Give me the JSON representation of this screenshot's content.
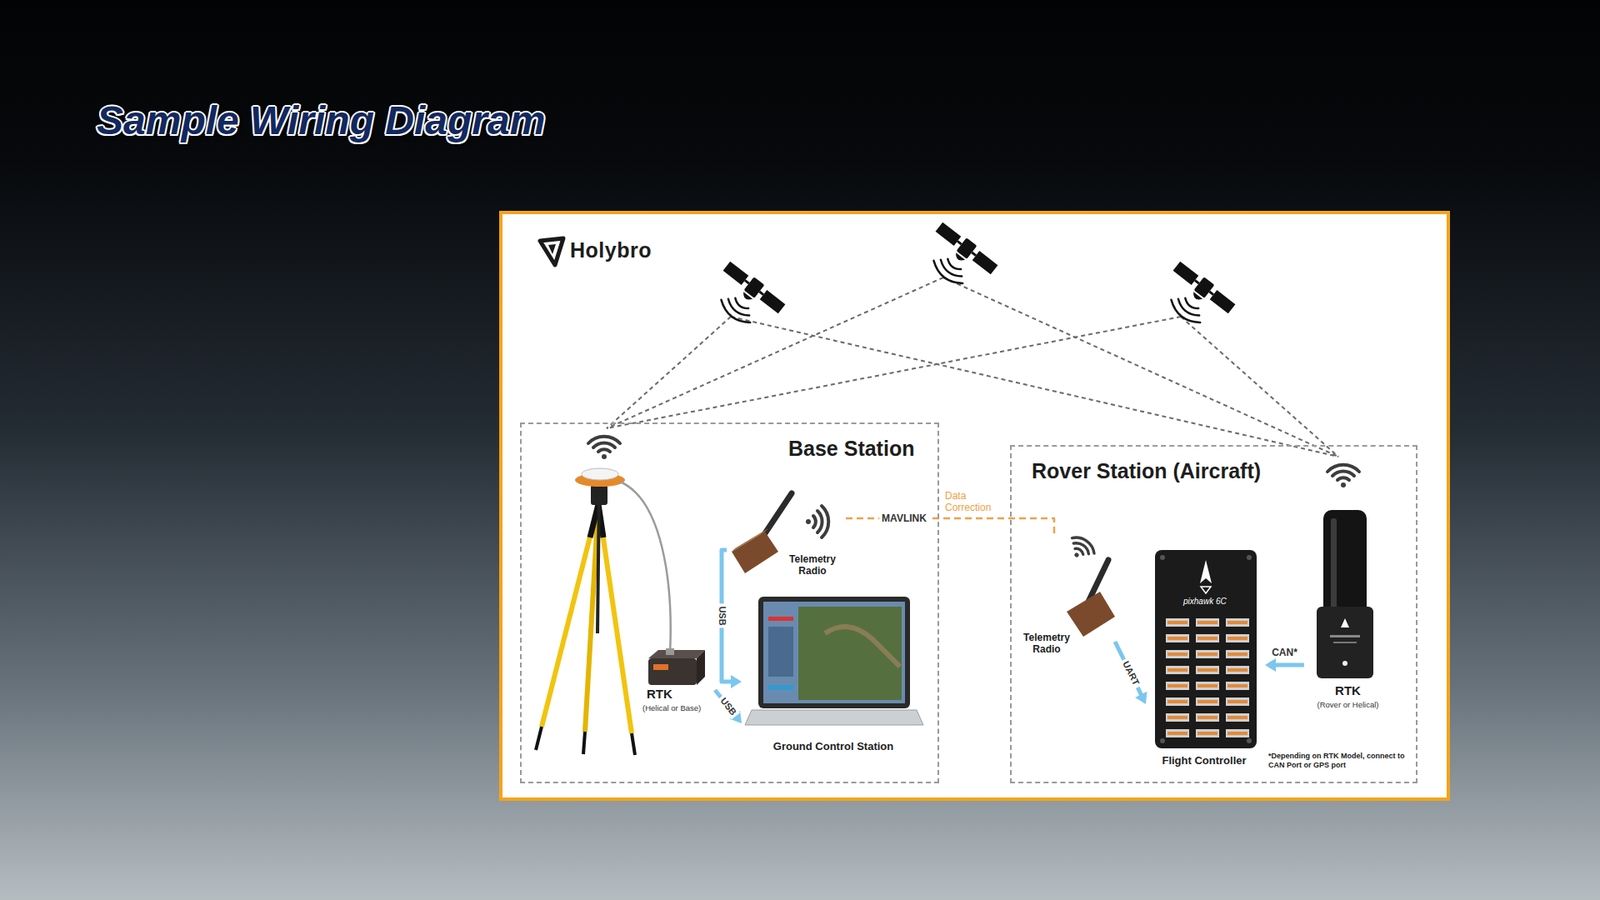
{
  "diagram": {
    "title": "Sample Wiring Diagram",
    "nodes": [
      {
        "text": [
          "Base Station"
        ]
      },
      {
        "text": [
          "RTK",
          "(Helical or Base)"
        ],
        "in": 0
      },
      {
        "text": [
          "Telemetry Radio"
        ],
        "in": 0
      },
      {
        "text": [
          "Ground Control Station"
        ],
        "in": 0
      },
      {
        "text": [
          "Rover Station (Aircraft)"
        ]
      },
      {
        "text": [
          "Telemetry Radio"
        ],
        "in": 4
      },
      {
        "text": [
          "Flight Controller"
        ],
        "in": 4
      },
      {
        "text": [
          "RTK",
          "(Rover or Helical)"
        ],
        "in": 4
      }
    ],
    "edges": [
      {
        "from": 1,
        "to": 3,
        "label": "USB",
        "arrow": "to"
      },
      {
        "from": 2,
        "to": 3,
        "label": "USB",
        "arrow": "to"
      },
      {
        "from": 2,
        "to": 5,
        "label": "MAVLINK",
        "arrow": "none"
      },
      {
        "from": 5,
        "to": 6,
        "label": "UART",
        "arrow": "to"
      },
      {
        "from": 7,
        "to": 6,
        "label": "CAN*",
        "arrow": "to"
      }
    ],
    "labels": [
      "Holybro",
      "Data Correction",
      "pixhawk 6C",
      "*Depending on RTK Model, connect to CAN Port or GPS port"
    ]
  }
}
